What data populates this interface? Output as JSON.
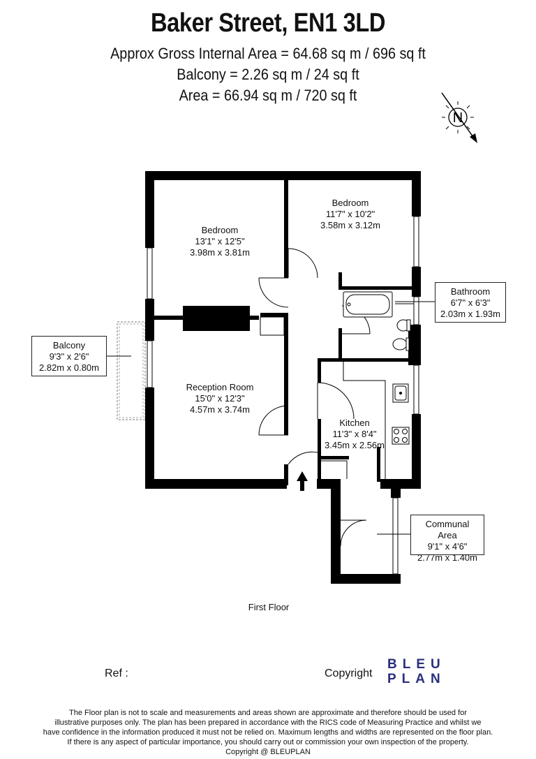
{
  "header": {
    "title": "Baker Street, EN1 3LD",
    "gross_area": "Approx Gross Internal Area = 64.68 sq m / 696 sq ft",
    "balcony_area": "Balcony = 2.26 sq m / 24 sq ft",
    "total_area": "Area = 66.94 sq m / 720 sq ft"
  },
  "compass": {
    "letter": "N"
  },
  "rooms": {
    "bedroom1": {
      "name": "Bedroom",
      "imperial": "13'1\" x 12'5\"",
      "metric": "3.98m x 3.81m"
    },
    "bedroom2": {
      "name": "Bedroom",
      "imperial": "11'7\" x 10'2\"",
      "metric": "3.58m x 3.12m"
    },
    "bathroom": {
      "name": "Bathroom",
      "imperial": "6'7\" x 6'3\"",
      "metric": "2.03m x 1.93m"
    },
    "balcony": {
      "name": "Balcony",
      "imperial": "9'3\" x 2'6\"",
      "metric": "2.82m x 0.80m"
    },
    "reception": {
      "name": "Reception Room",
      "imperial": "15'0\" x 12'3\"",
      "metric": "4.57m x 3.74m"
    },
    "kitchen": {
      "name": "Kitchen",
      "imperial": "11'3\" x 8'4\"",
      "metric": "3.45m x 2.56m"
    },
    "communal": {
      "name": "Communal Area",
      "imperial": "9'1\" x 4'6\"",
      "metric": "2.77m x 1.40m"
    }
  },
  "floor_label": "First Floor",
  "footer": {
    "ref_label": "Ref :",
    "copyright_label": "Copyright",
    "logo_line1": "BLEU",
    "logo_line2": "PLAN",
    "disclaimer": [
      "The Floor plan is not to scale and measurements and areas shown are approximate and therefore should be used for",
      "illustrative purposes only. The plan has been prepared in accordance with the RICS code of Measuring Practice and whilst we",
      "have confidence in the information produced it must not be relied on. Maximum lengths and widths are represented on the floor plan.",
      "If there is any aspect of particular importance, you should carry out or commission your own inspection of the property.",
      "Copyright @ BLEUPLAN"
    ]
  },
  "colors": {
    "wall": "#000000",
    "logo": "#2b2e7e"
  }
}
